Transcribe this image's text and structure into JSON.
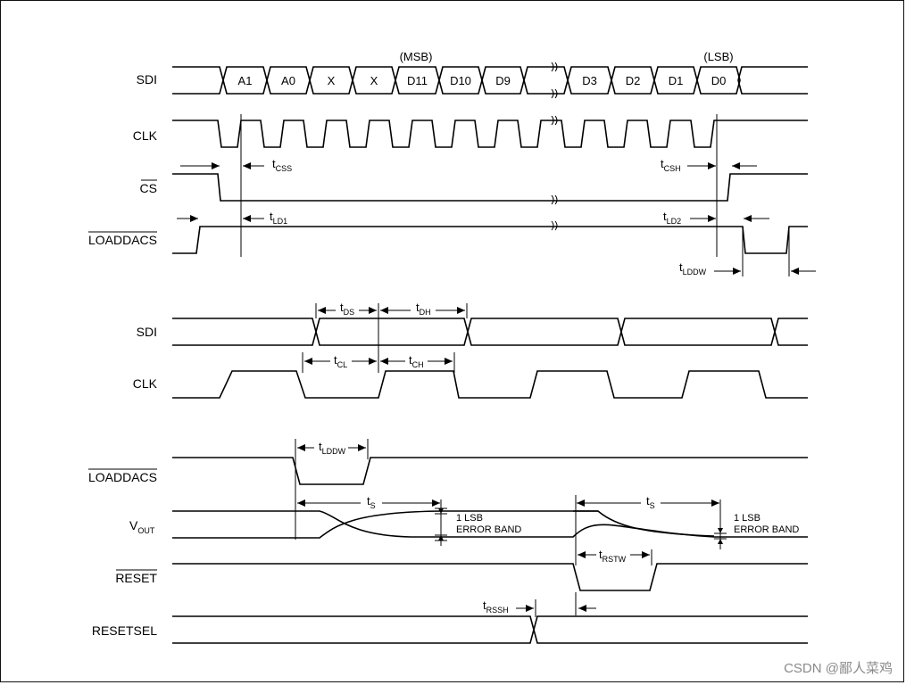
{
  "signals": {
    "sdi": "SDI",
    "clk": "CLK",
    "cs": "CS",
    "loaddacs": "LOADDACS",
    "vout_main": "V",
    "vout_sub": "OUT",
    "reset": "RESET",
    "resetsel": "RESETSEL"
  },
  "bits": [
    "A1",
    "A0",
    "X",
    "X",
    "D11",
    "D10",
    "D9",
    "",
    "D3",
    "D2",
    "D1",
    "D0"
  ],
  "bit_markers": {
    "msb": "(MSB)",
    "lsb": "(LSB)"
  },
  "timing_labels": {
    "t": "t",
    "css": "CSS",
    "csh": "CSH",
    "ld1": "LD1",
    "ld2": "LD2",
    "lddw": "LDDW",
    "ds": "DS",
    "dh": "DH",
    "cl": "CL",
    "ch": "CH",
    "s": "S",
    "rstw": "RSTW",
    "rssh": "RSSH"
  },
  "error_band": {
    "line1": "1 LSB",
    "line2": "ERROR BAND"
  },
  "watermark": "CSDN @鄙人菜鸡",
  "colors": {
    "waveform": "#000000",
    "watermark": "#8a8a8a"
  }
}
